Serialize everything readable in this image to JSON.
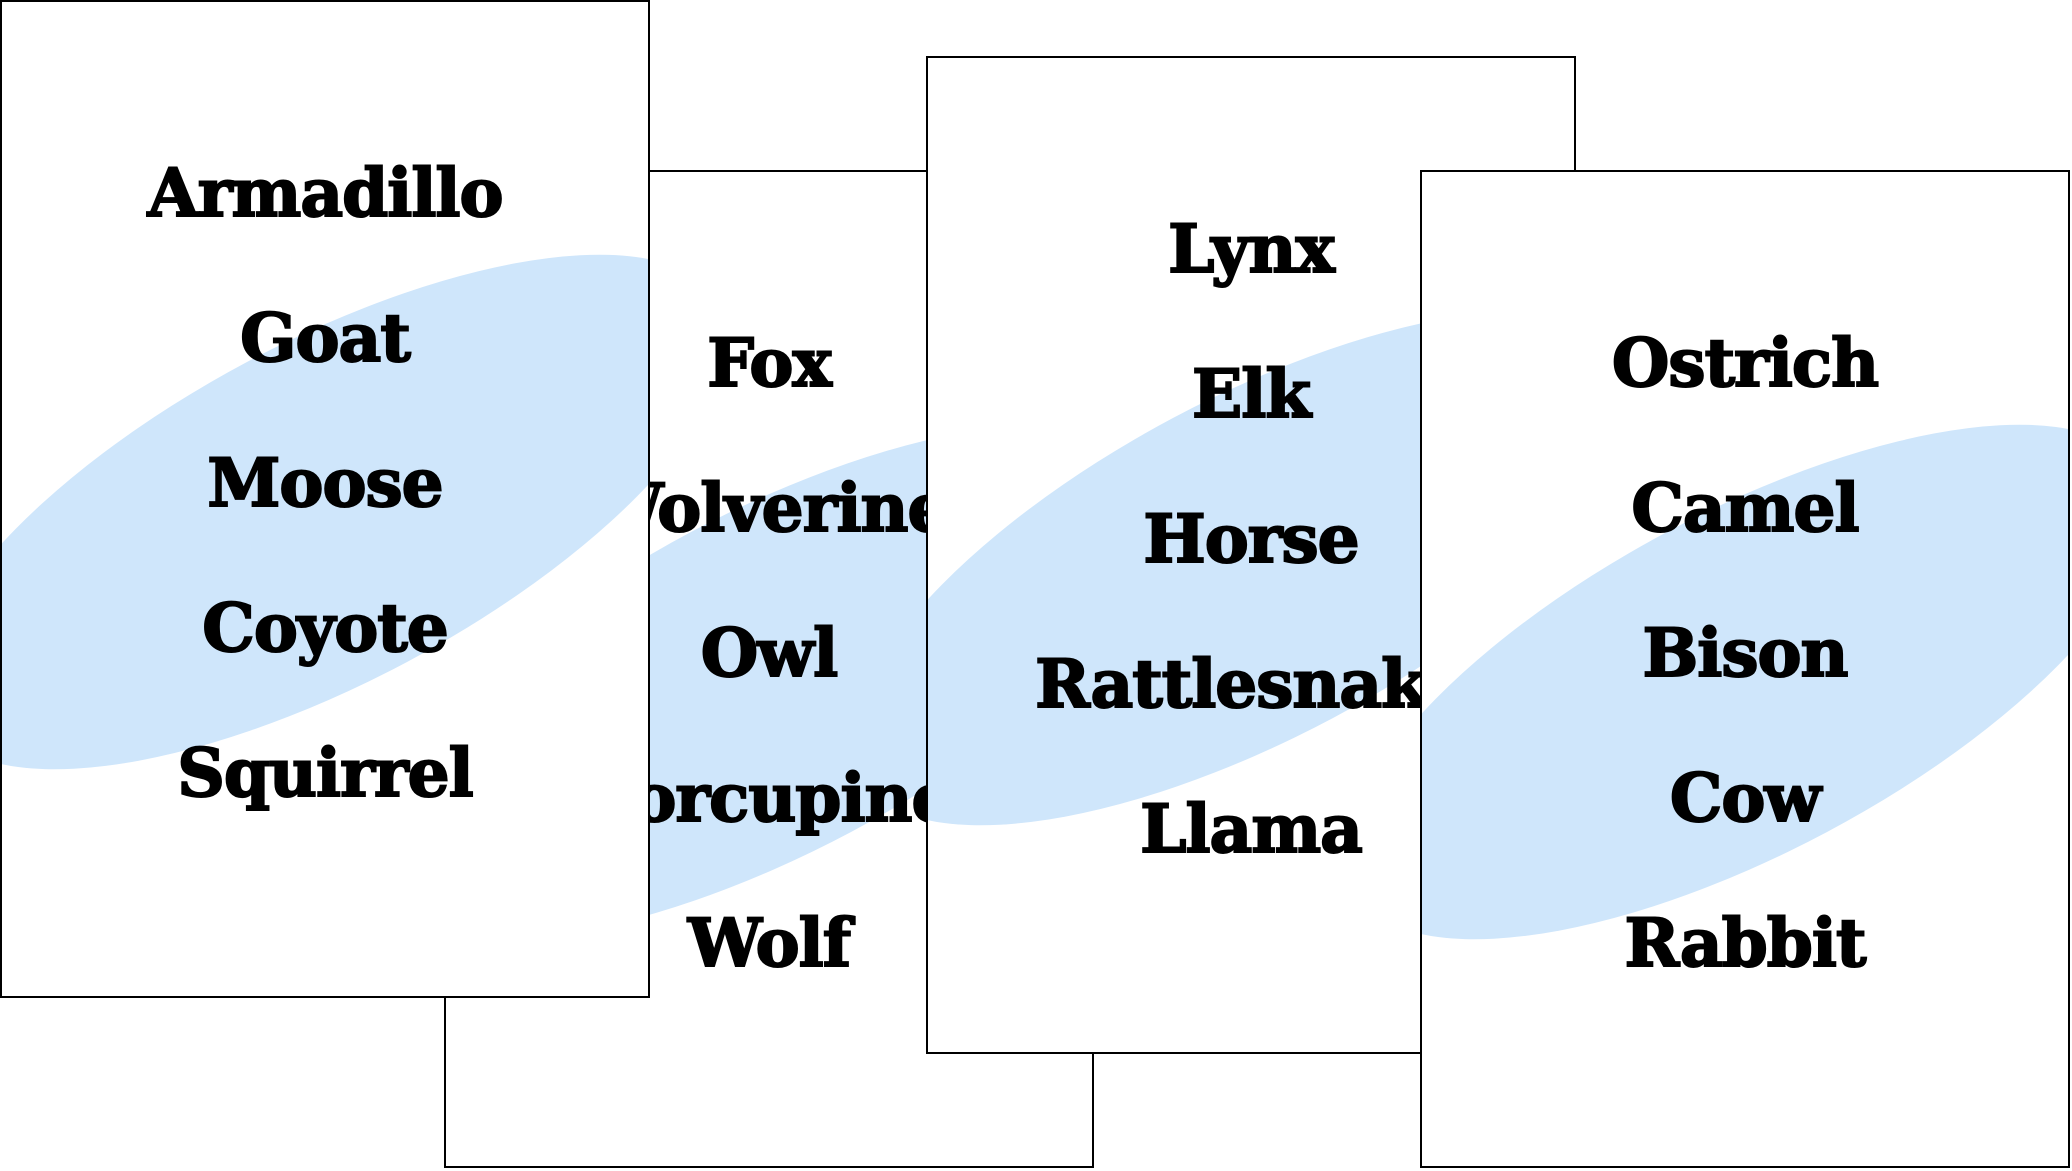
{
  "accent_color": "#cfe6fb",
  "cards": [
    {
      "words": [
        "Armadillo",
        "Goat",
        "Moose",
        "Coyote",
        "Squirrel"
      ]
    },
    {
      "words": [
        "Fox",
        "Wolverine",
        "Owl",
        "Porcupine",
        "Wolf"
      ]
    },
    {
      "words": [
        "Lynx",
        "Elk",
        "Horse",
        "Rattlesnake",
        "Llama"
      ]
    },
    {
      "words": [
        "Ostrich",
        "Camel",
        "Bison",
        "Cow",
        "Rabbit"
      ]
    }
  ]
}
